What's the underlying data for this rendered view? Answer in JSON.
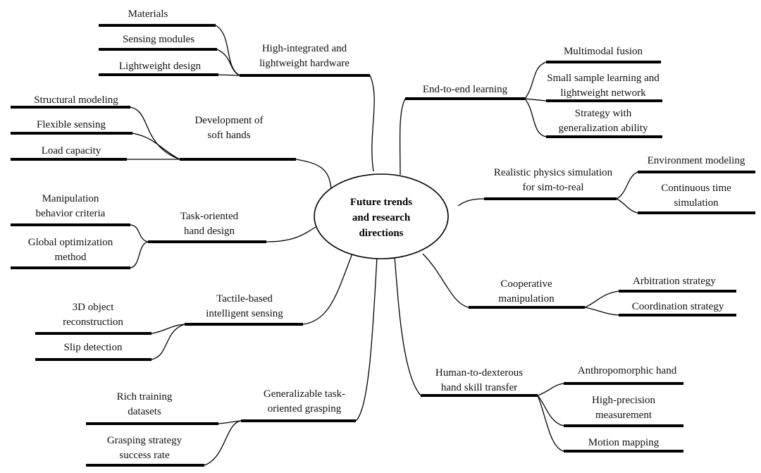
{
  "center": {
    "lines": [
      "Future trends",
      "and research",
      "directions"
    ]
  },
  "branches": {
    "hardware": {
      "lines": [
        "High-integrated and",
        "lightweight hardware"
      ],
      "children": [
        {
          "lines": [
            "Materials"
          ]
        },
        {
          "lines": [
            "Sensing modules"
          ]
        },
        {
          "lines": [
            "Lightweight design"
          ]
        }
      ]
    },
    "soft": {
      "lines": [
        "Development of",
        "soft hands"
      ],
      "children": [
        {
          "lines": [
            "Structural modeling"
          ]
        },
        {
          "lines": [
            "Flexible sensing"
          ]
        },
        {
          "lines": [
            "Load capacity"
          ]
        }
      ]
    },
    "taskhand": {
      "lines": [
        "Task-oriented",
        "hand design"
      ],
      "children": [
        {
          "lines": [
            "Manipulation",
            "behavior criteria"
          ]
        },
        {
          "lines": [
            "Global optimization",
            "method"
          ]
        }
      ]
    },
    "tactile": {
      "lines": [
        "Tactile-based",
        "intelligent sensing"
      ],
      "children": [
        {
          "lines": [
            "3D object",
            "reconstruction"
          ]
        },
        {
          "lines": [
            "Slip detection"
          ]
        }
      ]
    },
    "grasping": {
      "lines": [
        "Generalizable task-",
        "oriented grasping"
      ],
      "children": [
        {
          "lines": [
            "Rich training",
            "datasets"
          ]
        },
        {
          "lines": [
            "Grasping strategy",
            "success rate"
          ]
        }
      ]
    },
    "e2e": {
      "lines": [
        "End-to-end learning"
      ],
      "children": [
        {
          "lines": [
            "Multimodal fusion"
          ]
        },
        {
          "lines": [
            "Small sample learning and",
            "lightweight network"
          ]
        },
        {
          "lines": [
            "Strategy with",
            "generalization ability"
          ]
        }
      ]
    },
    "sim": {
      "lines": [
        "Realistic physics simulation",
        "for sim-to-real"
      ],
      "children": [
        {
          "lines": [
            "Environment modeling"
          ]
        },
        {
          "lines": [
            "Continuous time",
            "simulation"
          ]
        }
      ]
    },
    "coop": {
      "lines": [
        "Cooperative",
        "manipulation"
      ],
      "children": [
        {
          "lines": [
            "Arbitration strategy"
          ]
        },
        {
          "lines": [
            "Coordination strategy"
          ]
        }
      ]
    },
    "transfer": {
      "lines": [
        "Human-to-dexterous",
        "hand skill transfer"
      ],
      "children": [
        {
          "lines": [
            "Anthropomorphic hand"
          ]
        },
        {
          "lines": [
            "High-precision",
            "measurement"
          ]
        },
        {
          "lines": [
            "Motion mapping"
          ]
        }
      ]
    }
  }
}
